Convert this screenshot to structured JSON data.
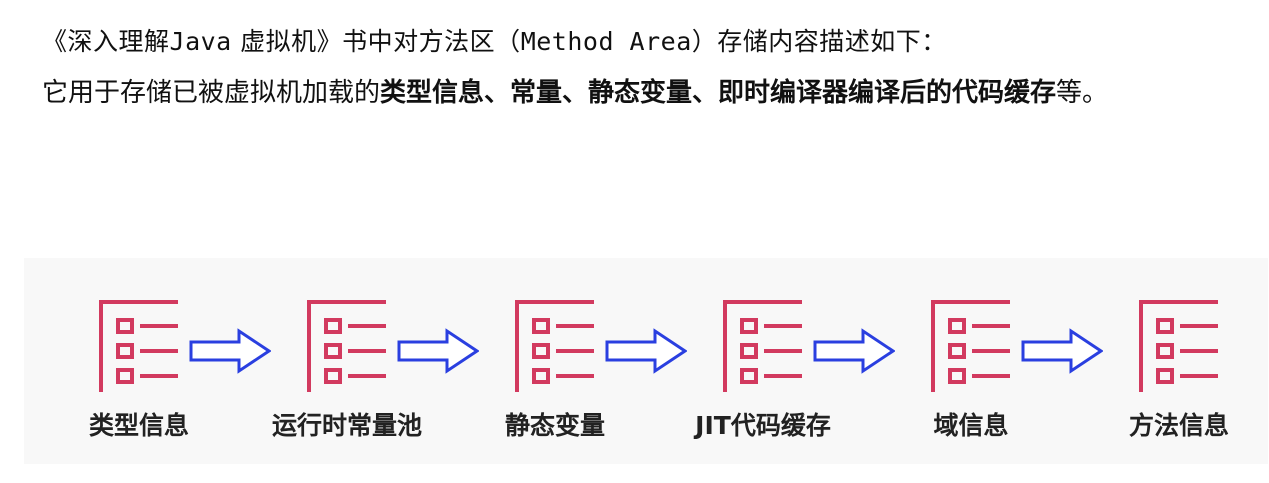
{
  "intro": {
    "part1": "《深入理解",
    "part2": "Java",
    "part3": " 虚拟机》书中对方法区（",
    "part4": "Method Area",
    "part5": "）存储内容描述如下："
  },
  "description": {
    "normal_prefix": "它用于存储已被虚拟机加载的",
    "bold_items": "类型信息、常量、静态变量、即时编译器编译后的代码缓存",
    "normal_suffix": "等。"
  },
  "flow": {
    "steps": [
      {
        "label": "类型信息"
      },
      {
        "label": "运行时常量池"
      },
      {
        "label": "静态变量"
      },
      {
        "label": "JIT代码缓存"
      },
      {
        "label": "域信息"
      },
      {
        "label": "方法信息"
      }
    ],
    "icon": "list-icon",
    "arrow_icon": "right-arrow-icon",
    "icon_color": "#d23a5f",
    "arrow_color": "#2a3fe0"
  }
}
